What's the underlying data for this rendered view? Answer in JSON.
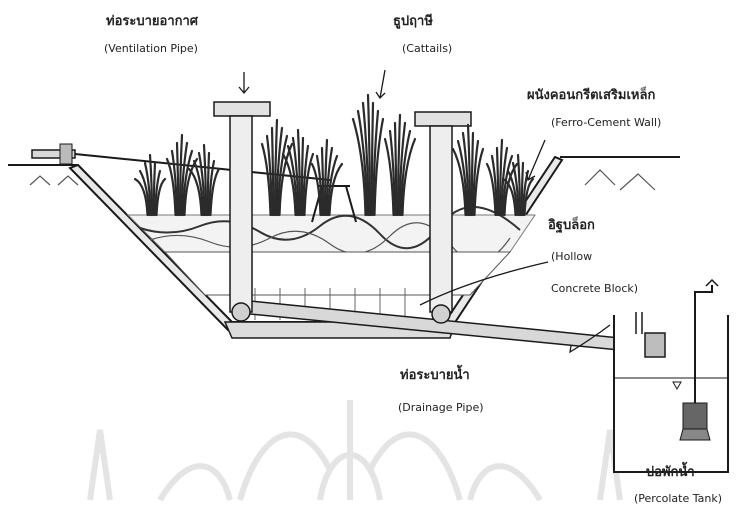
{
  "labels": {
    "ventilation_pipe": {
      "thai": "ท่อระบายอากาศ",
      "english": "(Ventilation Pipe)"
    },
    "cattails": {
      "thai": "ธูปฤาษี",
      "english": "(Cattails)"
    },
    "ferro_cement_wall": {
      "thai": "ผนังคอนกรีตเสริมเหล็ก",
      "english": "(Ferro-Cement Wall)"
    },
    "hollow_concrete_block": {
      "thai": "อิฐบล็อก",
      "english_line1": "(Hollow",
      "english_line2": "Concrete Block)"
    },
    "drainage_pipe": {
      "thai": "ท่อระบายน้ำ",
      "english": "(Drainage Pipe)"
    },
    "percolate_tank": {
      "thai": "บ่อพักน้ำ",
      "english": "(Percolate Tank)"
    }
  },
  "colors": {
    "line": "#1a1a1a",
    "wall_fill": "#e9e9e9",
    "plant": "#2b2b2b",
    "substrate": "#9a9a9a",
    "pipe": "#d8d8d8",
    "watermark": "#e6e6e6"
  }
}
